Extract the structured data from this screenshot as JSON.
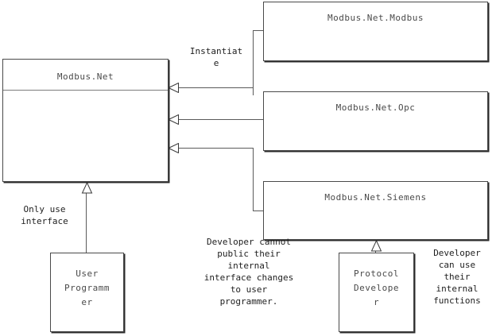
{
  "diagram": {
    "title": "Modbus.Net Architecture Diagram",
    "type": "uml-class-diagram",
    "colors": {
      "background": "#ffffff",
      "box_border": "#4a4a4a",
      "box_shadow": "#2b2b2b",
      "connector": "#5a5a5a",
      "title_text": "#4a4a4a",
      "label_text": "#1e1e1e"
    },
    "boxes": {
      "modbusnet": {
        "title": "Modbus.Net",
        "has_divider": true
      },
      "modbus": {
        "title": "Modbus.Net.Modbus",
        "has_divider": false
      },
      "opc": {
        "title": "Modbus.Net.Opc",
        "has_divider": false
      },
      "siemens": {
        "title": "Modbus.Net.Siemens",
        "has_divider": false
      },
      "user_programmer": {
        "title": "User\nProgramm\ner",
        "has_divider": false
      },
      "protocol_developer": {
        "title": "Protocol\nDevelope\nr",
        "has_divider": false
      }
    },
    "labels": {
      "instantiate": "Instantiat\ne",
      "only_use_interface": "Only use\ninterface",
      "developer_cannot": "Developer cannot\npublic their\ninternal\ninterface changes\nto user\nprogrammer.",
      "developer_can_use": "Developer\ncan use\ntheir\ninternal\nfunctions"
    },
    "connectors": [
      {
        "name": "modbus-realizes-modbusnet",
        "from": "modbus",
        "to": "modbusnet",
        "arrow": "hollow-triangle-left",
        "label": "Instantiate"
      },
      {
        "name": "opc-realizes-modbusnet",
        "from": "opc",
        "to": "modbusnet",
        "arrow": "hollow-triangle-left",
        "label": ""
      },
      {
        "name": "siemens-realizes-modbusnet",
        "from": "siemens",
        "to": "modbusnet",
        "arrow": "hollow-triangle-left",
        "label": ""
      },
      {
        "name": "user-uses-modbusnet",
        "from": "user_programmer",
        "to": "modbusnet",
        "arrow": "hollow-triangle-up",
        "label": "Only use interface"
      },
      {
        "name": "protocol-developer-implements-siemens",
        "from": "protocol_developer",
        "to": "siemens",
        "arrow": "hollow-triangle-up",
        "label": ""
      }
    ]
  }
}
